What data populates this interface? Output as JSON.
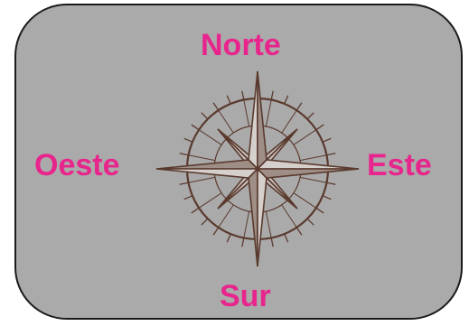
{
  "directions": {
    "north": "Norte",
    "south": "Sur",
    "west": "Oeste",
    "east": "Este"
  },
  "icon": "compass-rose-icon",
  "colors": {
    "panel": "#aaaaaa",
    "label": "#e8258c",
    "compass": "#5a3a2e",
    "star_fill": "#c8c0bc"
  }
}
